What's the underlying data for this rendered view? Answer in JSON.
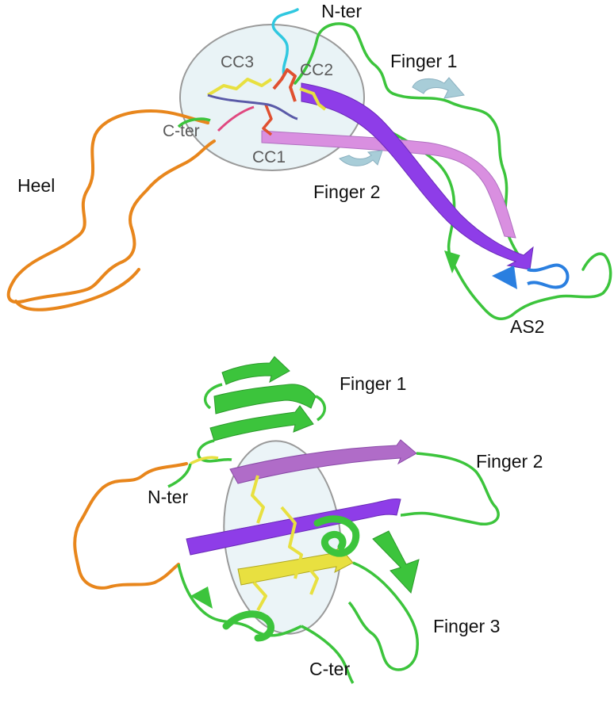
{
  "panel_top": {
    "labels": {
      "n_ter": "N-ter",
      "finger_1": "Finger 1",
      "cc3": "CC3",
      "cc2": "CC2",
      "c_ter": "C-ter",
      "cc1": "CC1",
      "heel": "Heel",
      "finger_2": "Finger 2",
      "as2": "AS2"
    }
  },
  "panel_bottom": {
    "labels": {
      "finger_1": "Finger 1",
      "finger_2": "Finger 2",
      "n_ter": "N-ter",
      "finger_3": "Finger 3",
      "c_ter": "C-ter"
    }
  },
  "colors": {
    "loop_green": "#3cc43c",
    "heel_orange": "#e8861c",
    "n_ter_cyan": "#30c8e0",
    "strand_purple": "#8e3de8",
    "strand_pink": "#d98fe0",
    "disulfide_yellow": "#e8e040",
    "cc2_red": "#e05030",
    "as2_blue": "#2a7fe0",
    "core_ellipse": "#e4f0f4",
    "rotation_arrow": "#a8cdd8"
  }
}
